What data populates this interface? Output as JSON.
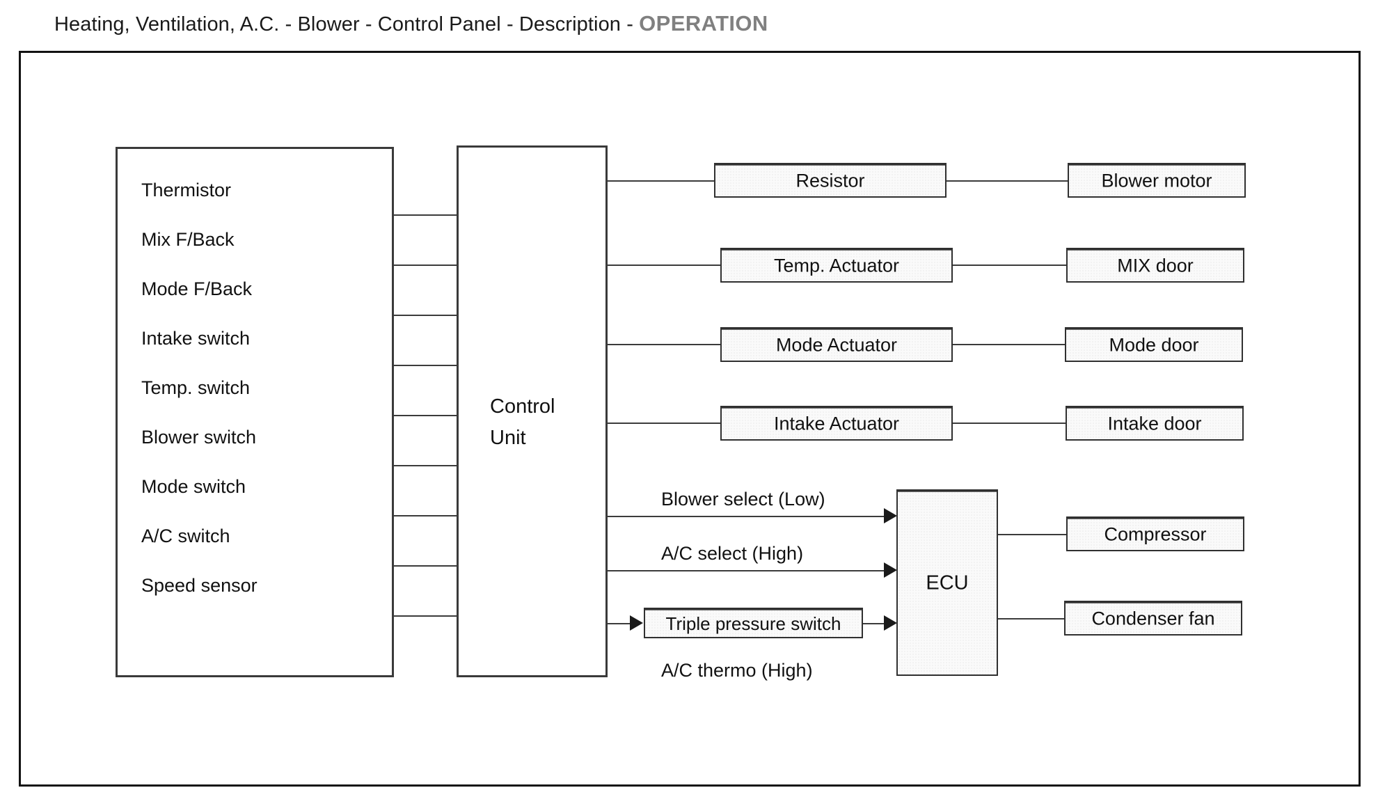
{
  "title": {
    "main": "Heating, Ventilation, A.C. - Blower - Control Panel - Description - ",
    "accent": "OPERATION"
  },
  "colors": {
    "accent_gray": "#808080",
    "line": "#3b3b3b",
    "box_border": "#2b2b2b",
    "shaded_fill": "#fafafa",
    "text": "#111111"
  },
  "diagram": {
    "type": "block-diagram",
    "inputs_block": {
      "name": "Inputs",
      "items": [
        {
          "label": "Thermistor"
        },
        {
          "label": "Mix F/Back"
        },
        {
          "label": "Mode F/Back"
        },
        {
          "label": "Intake switch"
        },
        {
          "label": "Temp. switch"
        },
        {
          "label": "Blower switch"
        },
        {
          "label": "Mode switch"
        },
        {
          "label": "A/C switch"
        },
        {
          "label": "Speed sensor"
        }
      ]
    },
    "control_unit": {
      "line1": "Control",
      "line2": "Unit"
    },
    "output_rows": [
      {
        "actuator": "Resistor",
        "device": "Blower motor"
      },
      {
        "actuator": "Temp. Actuator",
        "device": "MIX door"
      },
      {
        "actuator": "Mode Actuator",
        "device": "Mode door"
      },
      {
        "actuator": "Intake Actuator",
        "device": "Intake door"
      }
    ],
    "ecu": {
      "label": "ECU",
      "signal_labels": [
        "Blower select (Low)",
        "A/C select (High)",
        "A/C thermo (High)"
      ],
      "inline_block": "Triple pressure switch",
      "outputs": [
        "Compressor",
        "Condenser fan"
      ]
    }
  }
}
